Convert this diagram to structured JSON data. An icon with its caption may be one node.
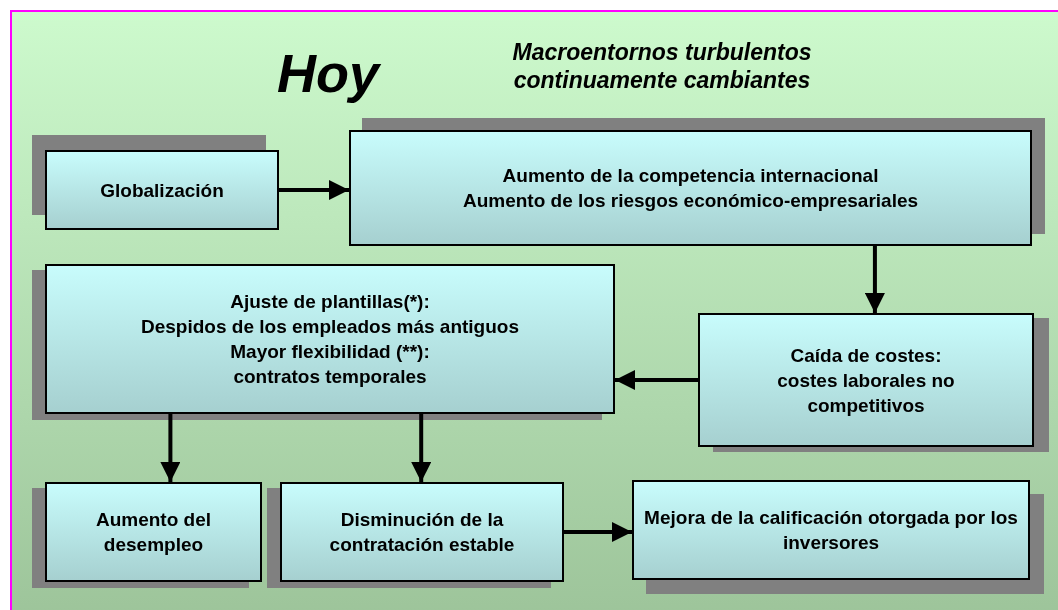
{
  "diagram": {
    "title": "Hoy",
    "nodes": [
      {
        "text": [
          "Globalización"
        ]
      },
      {
        "text": [
          "Aumento de la competencia internacional",
          "Aumento de los riesgos económico-empresariales"
        ]
      },
      {
        "text": [
          "Ajuste de plantillas(*):",
          "Despidos de los empleados más antiguos",
          "Mayor flexibilidad (**):",
          "contratos temporales"
        ]
      },
      {
        "text": [
          "Caída de costes:",
          "costes laborales no competitivos"
        ]
      },
      {
        "text": [
          "Aumento del desempleo"
        ]
      },
      {
        "text": [
          "Disminución de la contratación estable"
        ]
      },
      {
        "text": [
          "Mejora de la calificación otorgada por los inversores"
        ]
      }
    ],
    "edges": [
      {
        "from": 0,
        "to": 1,
        "arrow": "to"
      },
      {
        "from": 1,
        "to": 3,
        "arrow": "to"
      },
      {
        "from": 3,
        "to": 2,
        "arrow": "to"
      },
      {
        "from": 2,
        "to": 4,
        "arrow": "to"
      },
      {
        "from": 2,
        "to": 5,
        "arrow": "to"
      },
      {
        "from": 5,
        "to": 6,
        "arrow": "to"
      }
    ],
    "labels": [
      "Macroentornos turbulentos continuamente cambiantes"
    ]
  }
}
